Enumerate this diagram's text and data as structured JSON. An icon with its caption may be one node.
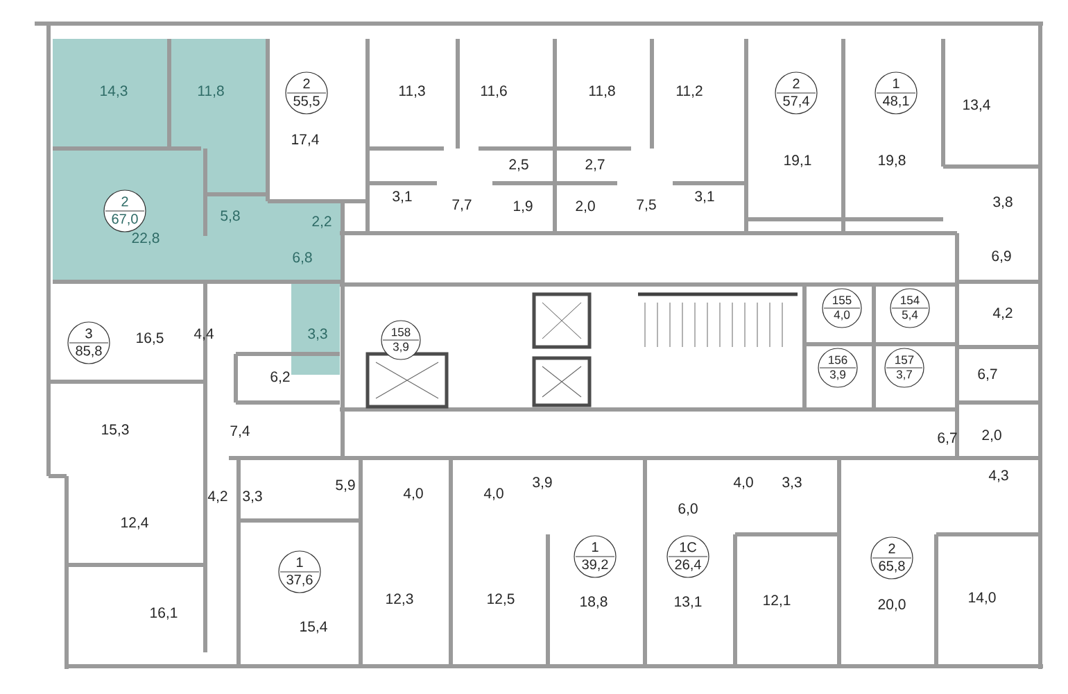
{
  "diagram": {
    "nodes": [
      {
        "text": [
          "2",
          "55,5"
        ]
      },
      {
        "text": [
          "2",
          "57,4"
        ]
      },
      {
        "text": [
          "1",
          "48,1"
        ]
      },
      {
        "text": [
          "2",
          "67,0"
        ]
      },
      {
        "text": [
          "155",
          "4,0"
        ]
      },
      {
        "text": [
          "154",
          "5,4"
        ]
      },
      {
        "text": [
          "158",
          "3,9"
        ]
      },
      {
        "text": [
          "3",
          "85,8"
        ]
      },
      {
        "text": [
          "156",
          "3,9"
        ]
      },
      {
        "text": [
          "157",
          "3,7"
        ]
      },
      {
        "text": [
          "1",
          "39,2"
        ]
      },
      {
        "text": [
          "1С",
          "26,4"
        ]
      },
      {
        "text": [
          "2",
          "65,8"
        ]
      },
      {
        "text": [
          "1",
          "37,6"
        ]
      }
    ],
    "labels": [
      "14,3",
      "11,8",
      "17,4",
      "11,3",
      "11,6",
      "11,8",
      "11,2",
      "13,4",
      "19,1",
      "19,8",
      "5,8",
      "2,5",
      "2,7",
      "3,1",
      "7,7",
      "1,9",
      "2,0",
      "7,5",
      "3,1",
      "3,8",
      "22,8",
      "2,2",
      "6,8",
      "6,9",
      "16,5",
      "4,4",
      "3,3",
      "4,2",
      "6,2",
      "6,7",
      "15,3",
      "7,4",
      "6,7",
      "2,0",
      "4,2",
      "3,3",
      "5,9",
      "4,0",
      "4,0",
      "3,9",
      "4,0",
      "3,3",
      "4,3",
      "12,4",
      "6,0",
      "12,3",
      "12,5",
      "18,8",
      "13,1",
      "12,1",
      "20,0",
      "14,0",
      "16,1",
      "15,4"
    ]
  }
}
